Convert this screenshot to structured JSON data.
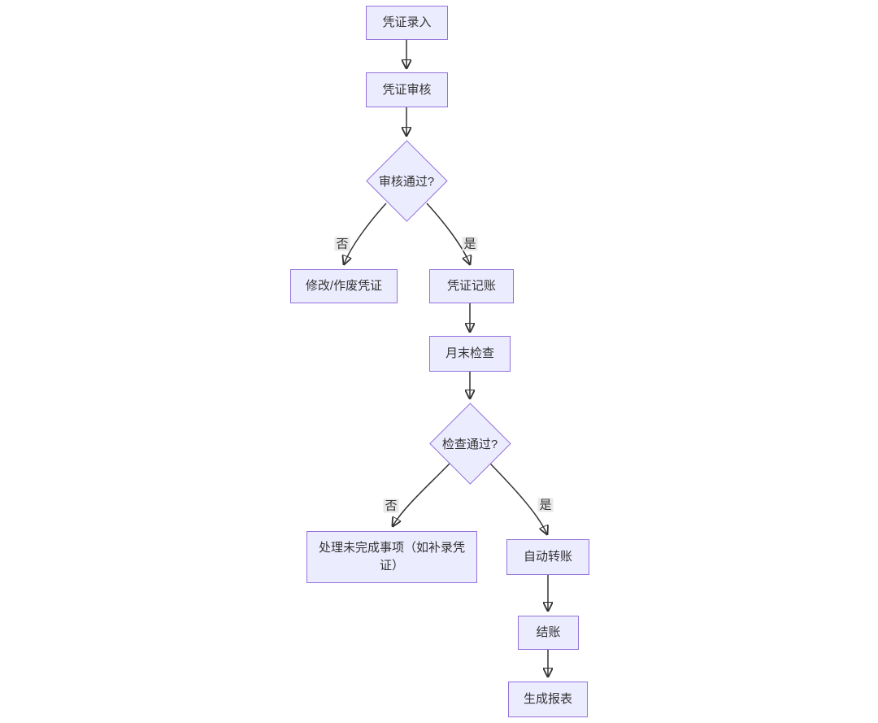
{
  "diagram": {
    "type": "flowchart",
    "direction": "top-down",
    "colors": {
      "node_fill": "#ECECFF",
      "node_border": "#9370DB",
      "edge_line": "#333333",
      "edge_label_bg": "#E8E8E8",
      "text": "#333333",
      "background": "#FFFFFF"
    },
    "nodes": {
      "entry": {
        "label": "凭证录入",
        "shape": "rect"
      },
      "review": {
        "label": "凭证审核",
        "shape": "rect"
      },
      "review_decision": {
        "label": "审核通过?",
        "shape": "diamond"
      },
      "modify": {
        "label": "修改/作废凭证",
        "shape": "rect"
      },
      "posting": {
        "label": "凭证记账",
        "shape": "rect"
      },
      "month_end_check": {
        "label": "月末检查",
        "shape": "rect"
      },
      "check_decision": {
        "label": "检查通过?",
        "shape": "diamond"
      },
      "handle_pending": {
        "label": "处理未完成事项（如补录凭证）",
        "shape": "rect"
      },
      "auto_transfer": {
        "label": "自动转账",
        "shape": "rect"
      },
      "closing": {
        "label": "结账",
        "shape": "rect"
      },
      "report": {
        "label": "生成报表",
        "shape": "rect"
      }
    },
    "edges": [
      {
        "from": "entry",
        "to": "review",
        "label": ""
      },
      {
        "from": "review",
        "to": "review_decision",
        "label": ""
      },
      {
        "from": "review_decision",
        "to": "modify",
        "label": "否"
      },
      {
        "from": "review_decision",
        "to": "posting",
        "label": "是"
      },
      {
        "from": "posting",
        "to": "month_end_check",
        "label": ""
      },
      {
        "from": "month_end_check",
        "to": "check_decision",
        "label": ""
      },
      {
        "from": "check_decision",
        "to": "handle_pending",
        "label": "否"
      },
      {
        "from": "check_decision",
        "to": "auto_transfer",
        "label": "是"
      },
      {
        "from": "auto_transfer",
        "to": "closing",
        "label": ""
      },
      {
        "from": "closing",
        "to": "report",
        "label": ""
      }
    ]
  }
}
